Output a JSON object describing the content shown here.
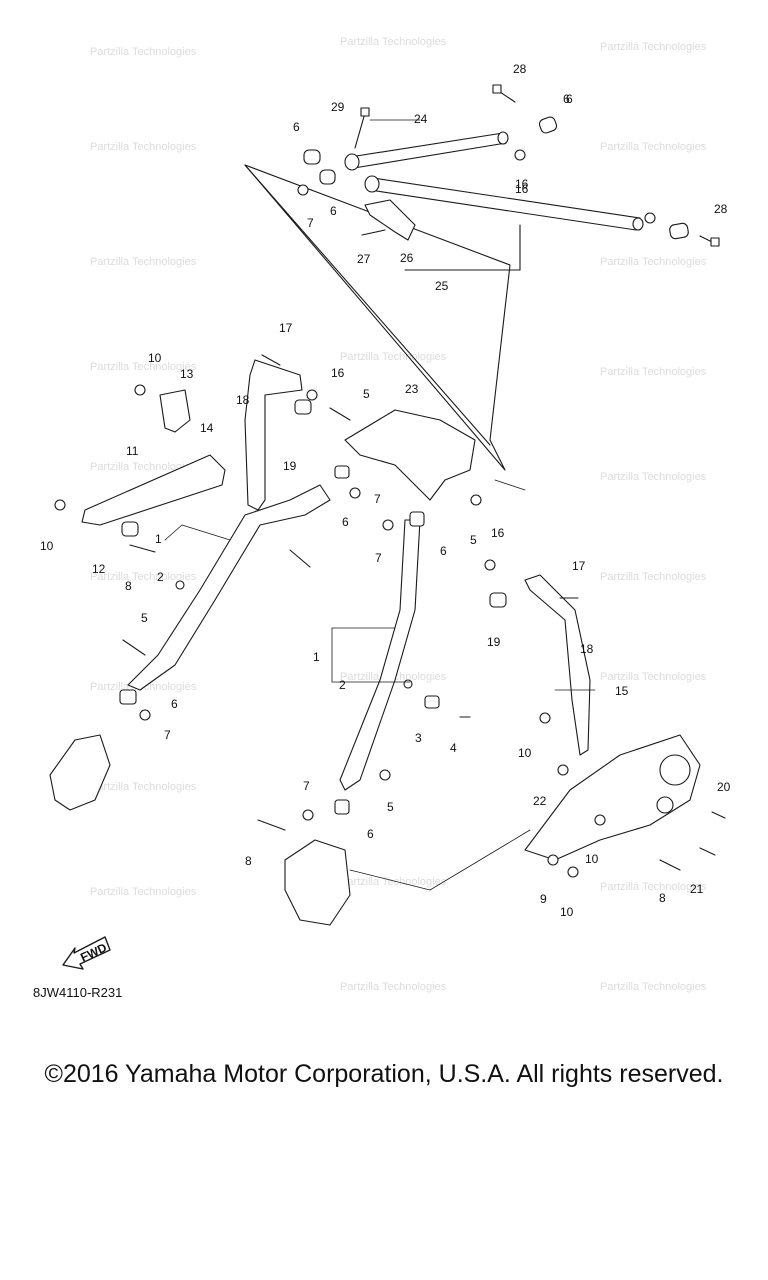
{
  "diagram": {
    "labels": [
      "28",
      "6",
      "29",
      "24",
      "6",
      "16",
      "7",
      "6",
      "16",
      "6",
      "28",
      "27",
      "26",
      "25",
      "17",
      "10",
      "13",
      "16",
      "5",
      "23",
      "18",
      "14",
      "19",
      "11",
      "7",
      "6",
      "10",
      "5",
      "12",
      "8",
      "1",
      "2",
      "16",
      "7",
      "6",
      "17",
      "19",
      "18",
      "5",
      "6",
      "7",
      "1",
      "2",
      "15",
      "3",
      "4",
      "10",
      "7",
      "5",
      "22",
      "20",
      "6",
      "10",
      "8",
      "21",
      "9",
      "8",
      "10"
    ],
    "fwd_label": "FWD",
    "watermark": "Partzilla Technologies"
  },
  "footer": {
    "ref_code": "8JW4110-R231",
    "copyright": "©2016 Yamaha Motor Corporation, U.S.A. All rights reserved."
  },
  "colors": {
    "line": "#1a1a1a",
    "watermark": "#dcdcdc",
    "background": "#ffffff"
  }
}
